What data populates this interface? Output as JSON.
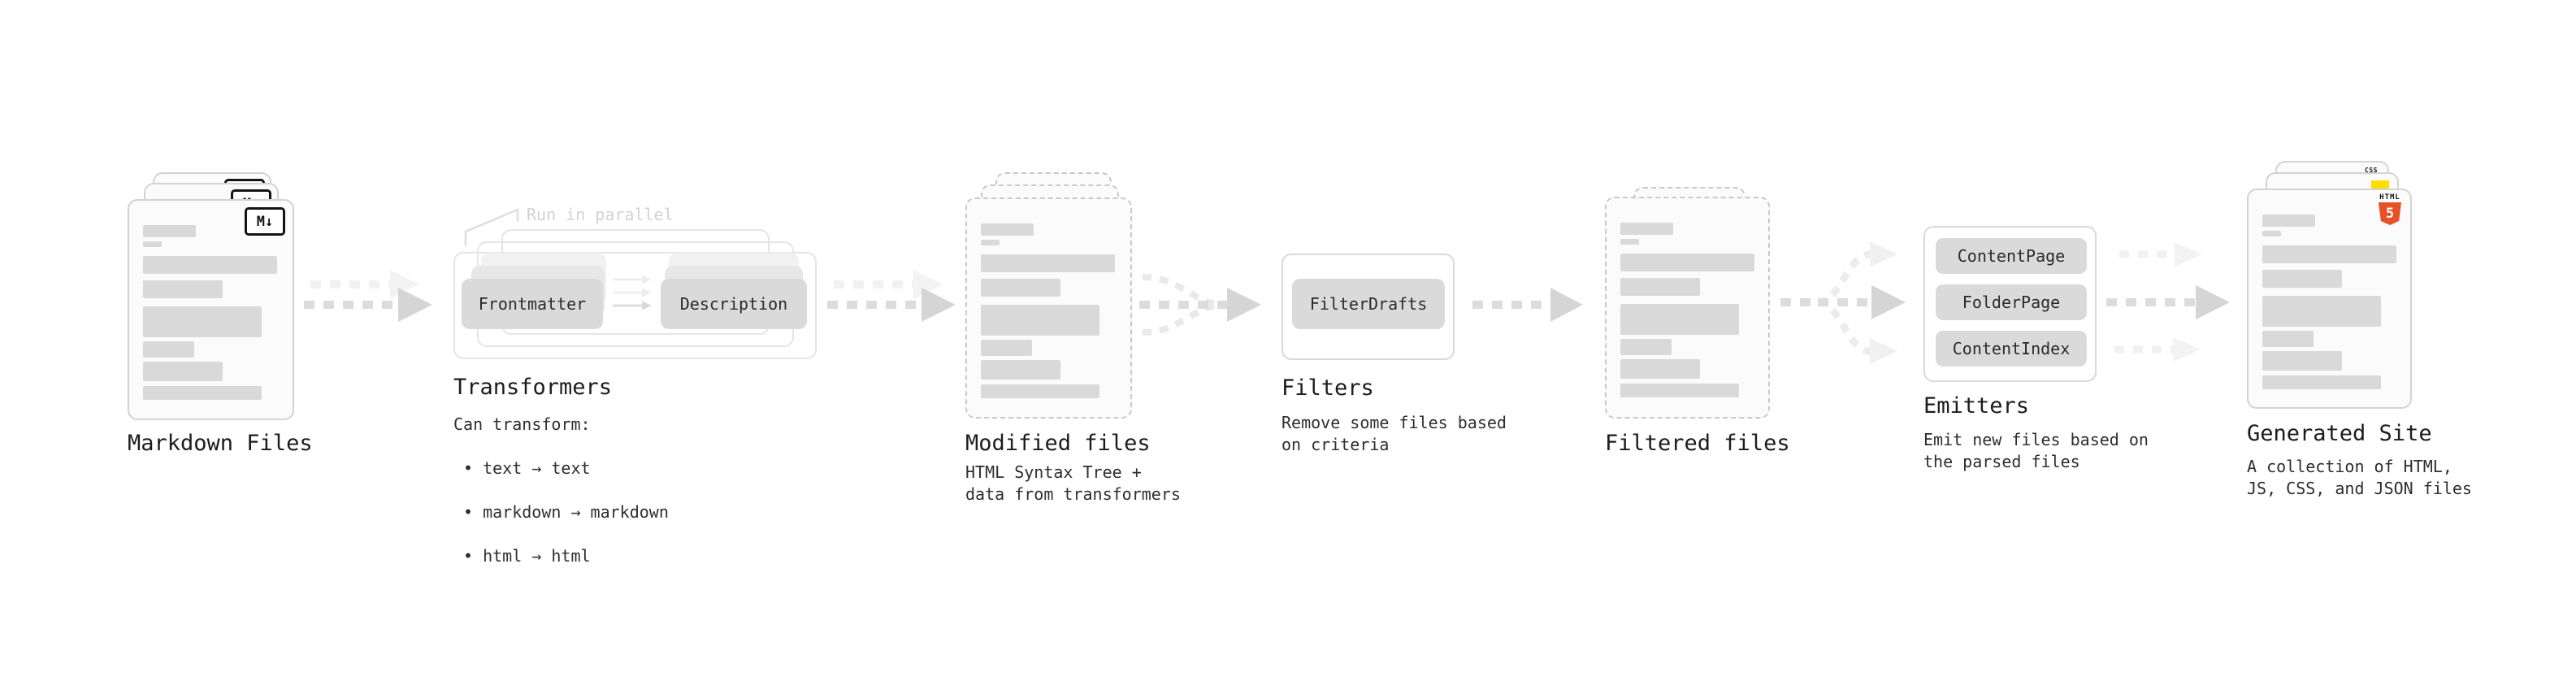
{
  "stages": {
    "markdown_files": {
      "label": "Markdown Files",
      "file_badge": "M↓"
    },
    "transformers": {
      "heading": "Transformers",
      "callout": "Run in parallel",
      "input_box": "Frontmatter",
      "output_box": "Description",
      "note_title": "Can transform:",
      "bullets": [
        "• text → text",
        "• markdown → markdown",
        "• html → html"
      ]
    },
    "modified_files": {
      "label": "Modified files",
      "note": "HTML Syntax Tree +\ndata from transformers"
    },
    "filters": {
      "heading": "Filters",
      "box": "FilterDrafts",
      "note": "Remove some files based\non criteria"
    },
    "filtered_files": {
      "label": "Filtered files"
    },
    "emitters": {
      "heading": "Emitters",
      "boxes": [
        "ContentPage",
        "FolderPage",
        "ContentIndex"
      ],
      "note": "Emit new files based on\nthe parsed files"
    },
    "generated_site": {
      "label": "Generated Site",
      "note": "A collection of HTML,\nJS, CSS, and JSON files",
      "html_badge_top": "HTML",
      "html_badge_number": "5",
      "css_badge": "CSS"
    }
  },
  "colors": {
    "text": "#1c1c1c",
    "muted_text": "#2e2e2e",
    "ghost_text": "#d2d2d2",
    "bar_fill": "#d9d9d9",
    "pill_fill": "#dadada",
    "card_bg": "#fbfbfb",
    "card_border": "#d3d3d3",
    "dashed_border": "#c9c9c9",
    "container_border": "#e5e5e5",
    "arrow": "#dcdcdc",
    "arrow_head": "#d5d5d5",
    "arrow_ghost": "#f1f1f1",
    "html5_orange": "#e65127",
    "js_yellow": "#ffdd00",
    "css_blue": "#2c6bed"
  }
}
